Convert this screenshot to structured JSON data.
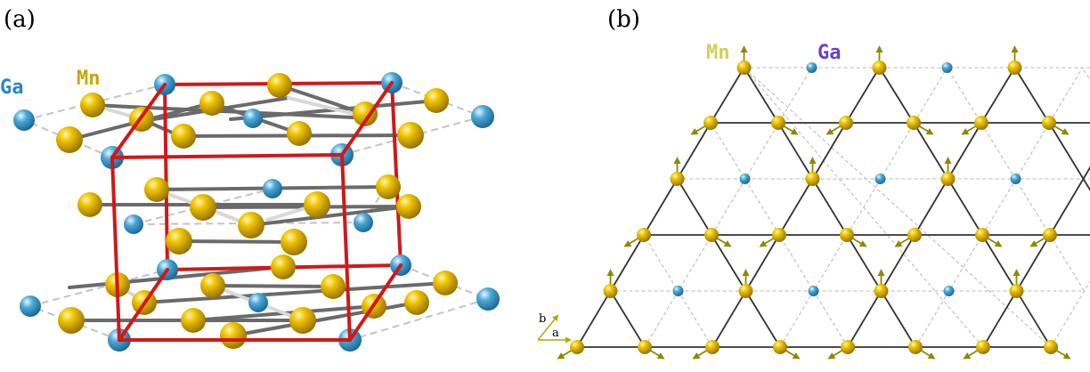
{
  "panel_a": {
    "label": "(a)",
    "ga_label": "Ga",
    "mn_label": "Mn"
  },
  "panel_b": {
    "label": "(b)",
    "mn_label": "Mn",
    "ga_label": "Ga",
    "axis_b": "b",
    "axis_a": "a"
  },
  "colors": {
    "ga_atom": "#4aa8d8",
    "mn_atom": "#e2b800",
    "mn_label": "#d4cf58",
    "ga_label_a": "#2a86c4",
    "ga_label_b": "#6a3fd0",
    "mn_label_a": "#c9a800",
    "cell_edge": "#d01818",
    "spin_arrow": "#8c8a00",
    "bond": "#555555",
    "dashed": "#bdbdbd"
  },
  "icons": {
    "ga_atom": "sphere-icon",
    "mn_atom": "sphere-icon",
    "spin": "arrow-icon"
  }
}
